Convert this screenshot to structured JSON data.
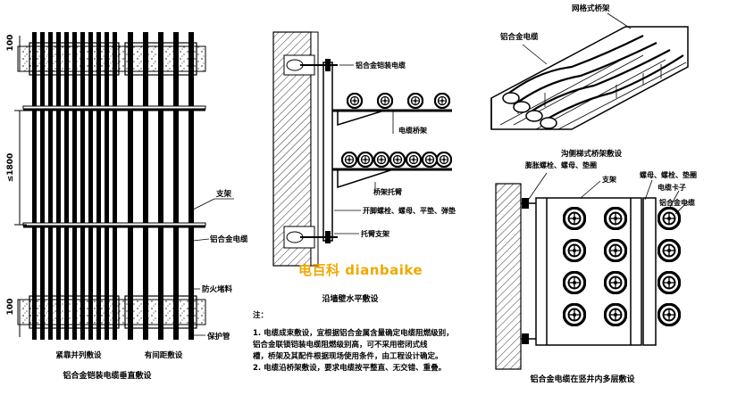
{
  "fig1": {
    "title": "铝合金铠装电缆垂直敷设",
    "dim_top": "100",
    "dim_mid": "≤1800",
    "dim_bottom": "100",
    "label_support": "支架",
    "label_cable": "铝合金电缆",
    "label_fireproof": "防火堵料",
    "label_sleeve": "保护管",
    "caption_left": "紧靠并列敷设",
    "caption_right": "有间距敷设"
  },
  "fig2": {
    "title": "沿墙壁水平敷设",
    "label_cable": "铝合金铠装电缆",
    "label_tray": "电缆桥架",
    "label_bracket": "桥架托臂",
    "label_bolts": "开脚螺栓、螺母、平垫、弹垫",
    "label_support": "托臂支架"
  },
  "fig3": {
    "label_cable": "铝合金电缆",
    "label_tray": "网格式桥架"
  },
  "fig4": {
    "title": "沟侧梯式桥架敷设",
    "label_bolts_left": "膨胀螺栓、螺母、垫圈",
    "label_support": "支架",
    "label_bolts_right": "螺母、螺栓、垫圈",
    "label_clip": "电缆卡子",
    "label_cable": "铝合金电缆",
    "caption": "铝合金电缆在竖井内多层敷设"
  },
  "notes": {
    "heading": "注：",
    "lines": [
      "1.  电缆成束敷设，宜根据铝合金属含量确定电缆阻燃级别，",
      "    铝合金联锁铠装电缆阻燃级别高，可不采用密闭式线",
      "    槽，桥架及其配件根据现场使用条件，由工程设计确定。",
      "2.  电缆沿桥架敷设，要求电缆按平整直、无交错、重叠。"
    ]
  },
  "watermark": "电百科 dianbaike"
}
